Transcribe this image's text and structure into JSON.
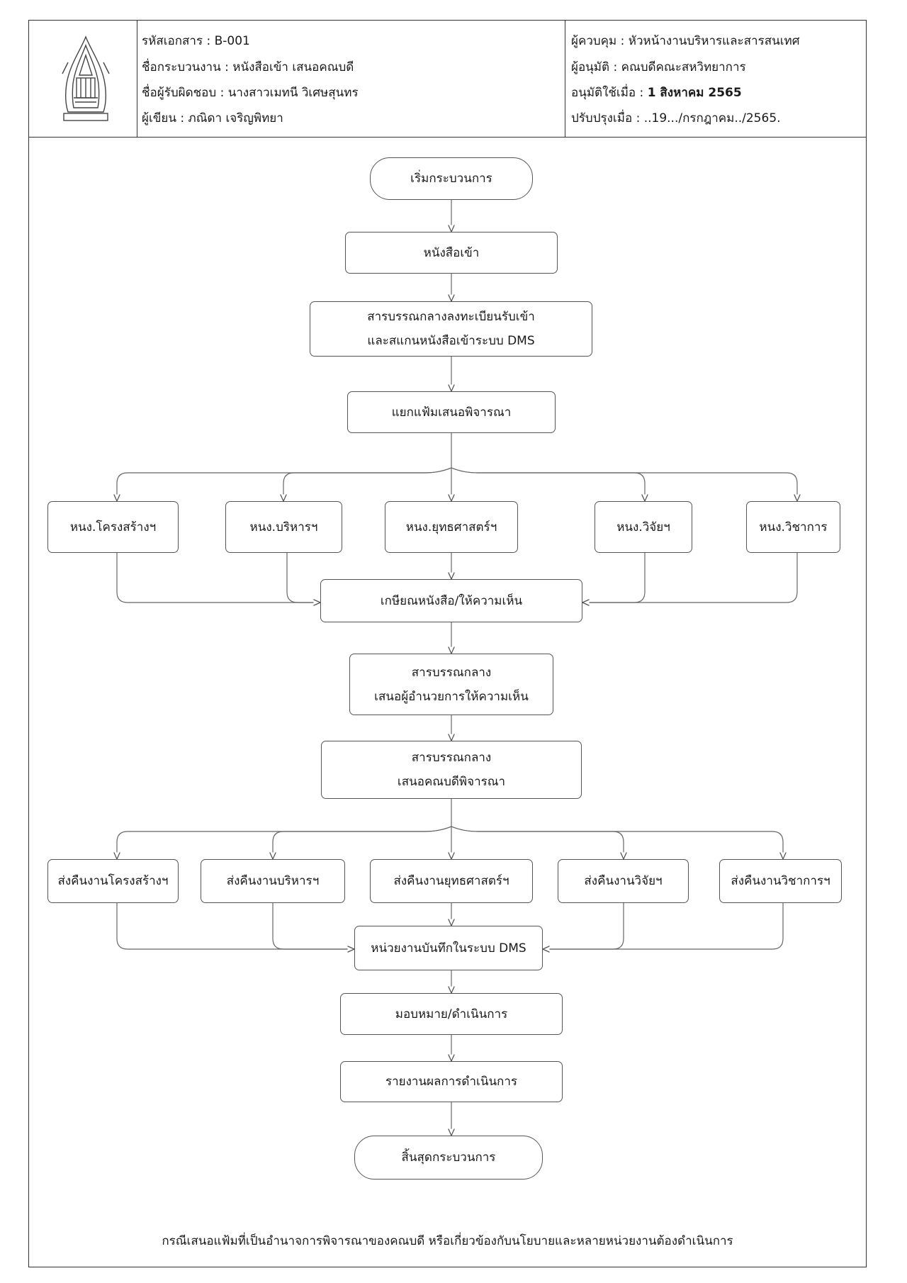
{
  "header": {
    "left": {
      "doc_code": "รหัสเอกสาร : B-001",
      "process_name": "ชื่อกระบวนงาน : หนังสือเข้า เสนอคณบดี",
      "owner": "ชื่อผู้รับผิดชอบ : นางสาวเมทนี วิเศษสุนทร",
      "writer": "ผู้เขียน : ภณิดา  เจริญพิทยา"
    },
    "right": {
      "controller": "ผู้ควบคุม : หัวหน้างานบริหารและสารสนเทศ",
      "approver": "ผู้อนุมัติ : คณบดีคณะสหวิทยาการ",
      "approved_label": "อนุมัติใช้เมื่อ : ",
      "approved_date": "1 สิงหาคม 2565",
      "revised": "ปรับปรุงเมื่อ : ..19.../กรกฎาคม../2565."
    }
  },
  "flow": {
    "start": "เริ่มกระบวนการ",
    "incoming": "หนังสือเข้า",
    "register_1": "สารบรรณกลางลงทะเบียนรับเข้า",
    "register_2": "และสแกนหนังสือเข้าระบบ DMS",
    "separate": "แยกแฟ้มเสนอพิจารณา",
    "units": [
      "หนง.โครงสร้างฯ",
      "หนง.บริหารฯ",
      "หนง.ยุทธศาสตร์ฯ",
      "หนง.วิจัยฯ",
      "หนง.วิชาการ"
    ],
    "endorse": "เกษียณหนังสือ/ให้ความเห็น",
    "central_1a": "สารบรรณกลาง",
    "central_1b": "เสนอผู้อำนวยการให้ความเห็น",
    "central_2a": "สารบรรณกลาง",
    "central_2b": "เสนอคณบดีพิจารณา",
    "returns": [
      "ส่งคืนงานโครงสร้างฯ",
      "ส่งคืนงานบริหารฯ",
      "ส่งคืนงานยุทธศาสตร์ฯ",
      "ส่งคืนงานวิจัยฯ",
      "ส่งคืนงานวิชาการฯ"
    ],
    "record": "หน่วยงานบันทึกในระบบ DMS",
    "assign": "มอบหมาย/ดำเนินการ",
    "report": "รายงานผลการดำเนินการ",
    "end": "สิ้นสุดกระบวนการ"
  },
  "footer": "กรณีเสนอแฟ้มที่เป็นอำนาจการพิจารณาของคณบดี หรือเกี่ยวข้องกับนโยบายและหลายหน่วยงานต้องดำเนินการ"
}
